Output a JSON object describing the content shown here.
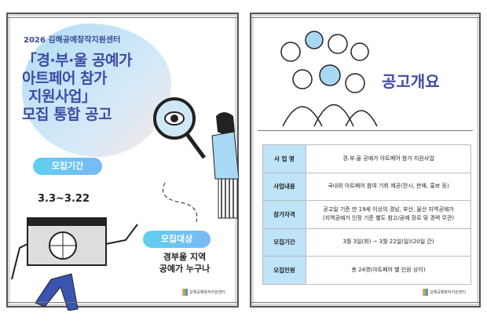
{
  "left": {
    "subtitle": "2026 김해공예창작지원센터",
    "title_lines": [
      "「경·부·울 공예가",
      "아트페어 참가",
      "지원사업」",
      "모집 통합 공고"
    ],
    "period_label": "모집기간",
    "period_value": "3.3~3.22",
    "target_label": "모집대상",
    "target_lines": [
      "경부울 지역",
      "공예가 누구나"
    ],
    "logo_text": "김해공예창작지원센터"
  },
  "right": {
    "heading": "공고개요",
    "table": [
      {
        "label": "사 업 명",
        "value": [
          "경.부.울 공예가 아트페어 참가 지원사업"
        ]
      },
      {
        "label": "사업내용",
        "value": [
          "국내외 아트페어 참여 기회 제공(전시, 판매, 홍보 등)"
        ]
      },
      {
        "label": "참가자격",
        "value": [
          "공고일 기준 만 19세 이상의 경남, 부산, 울산 지역공예가",
          "(지역공예가 인정 기준 별도 참고/공예 장르 및 경력 무관)"
        ]
      },
      {
        "label": "모집기간",
        "value": [
          "3월 3일(화) ~ 3월 22일(일)(20일 간)"
        ]
      },
      {
        "label": "모집인원",
        "value": [
          "총 24명(아트페어 별 인원 상이)"
        ]
      }
    ],
    "logo_text": "김해공예창작지원센터"
  },
  "colors": {
    "title": "#3e4ba5",
    "pill": "#5fd0f0",
    "table_header": "#bfe3f7"
  }
}
